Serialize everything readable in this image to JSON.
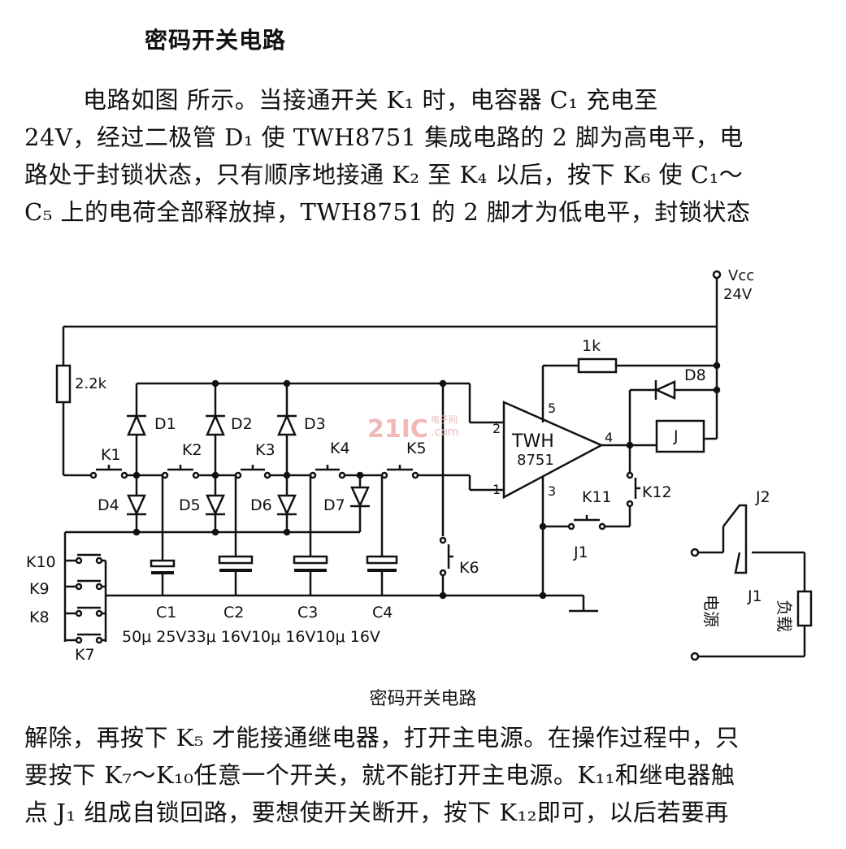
{
  "title": "密码开关电路",
  "paragraph1": [
    "电路如图      所示。当接通开关 K₁ 时，电容器 C₁ 充电至",
    "24V，经过二极管 D₁ 使 TWH8751 集成电路的 2 脚为高电平，电",
    "路处于封锁状态，只有顺序地接通 K₂ 至 K₄ 以后，按下 K₆ 使 C₁～",
    "C₅ 上的电荷全部释放掉，TWH8751 的 2 脚才为低电平，封锁状态"
  ],
  "caption": "密码开关电路",
  "paragraph2": [
    "解除，再按下 K₅ 才能接通继电器，打开主电源。在操作过程中，只",
    "要按下 K₇～K₁₀任意一个开关，就不能打开主电源。K₁₁和继电器触",
    "点 J₁ 组成自锁回路，要想使开关断开，按下 K₁₂即可，以后若要再"
  ],
  "diagram": {
    "vcc": "Vcc",
    "vcc_value": "24V",
    "r1": "2.2k",
    "r2": "1k",
    "d8": "D8",
    "ic_name": "TWH",
    "ic_model": "8751",
    "pin_2": "2",
    "pin_1": "1",
    "pin_3": "3",
    "pin_4": "4",
    "pin_5": "5",
    "relay": "J",
    "k1": "K1",
    "k2": "K2",
    "k3": "K3",
    "k4": "K4",
    "k5": "K5",
    "k6": "K6",
    "k7": "K7",
    "k8": "K8",
    "k9": "K9",
    "k10": "K10",
    "k11": "K11",
    "k12": "K12",
    "j1": "J1",
    "d1": "D1",
    "d2": "D2",
    "d3": "D3",
    "d4": "D4",
    "d5": "D5",
    "d6": "D6",
    "d7": "D7",
    "c1": "C1",
    "c2": "C2",
    "c3": "C3",
    "c4": "C4",
    "cap_values": "50μ  25V33μ  16V10μ 16V10μ 16V",
    "j2": "J2",
    "j1_contact": "J1",
    "power_label": "电源",
    "load_label": "负载",
    "watermark": "21IC",
    "watermark_sub": "电子网",
    "watermark_url": ".com"
  }
}
